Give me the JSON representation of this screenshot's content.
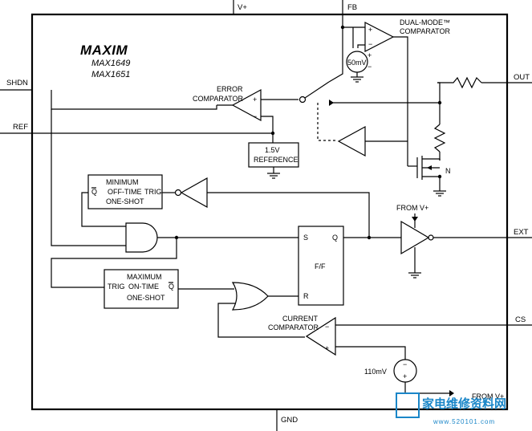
{
  "brand": {
    "logo": "MAXIM",
    "part1": "MAX1649",
    "part2": "MAX1651"
  },
  "pins": {
    "vplus": "V+",
    "fb": "FB",
    "shdn": "SHDN",
    "ref": "REF",
    "out": "OUT",
    "ext": "EXT",
    "cs": "CS",
    "gnd": "GND"
  },
  "blocks": {
    "dual_mode_line1": "DUAL-MODE™",
    "dual_mode_line2": "COMPARATOR",
    "source_50mv": "50mV",
    "error_line1": "ERROR",
    "error_line2": "COMPARATOR",
    "reference_line1": "1.5V",
    "reference_line2": "REFERENCE",
    "min_off_line1": "MINIMUM",
    "min_off_line2": "OFF-TIME",
    "min_off_line3": "ONE-SHOT",
    "min_off_q": "Q",
    "min_off_trig": "TRIG",
    "max_on_line1": "MAXIMUM",
    "max_on_line2": "ON-TIME",
    "max_on_line3": "ONE-SHOT",
    "max_on_trig": "TRIG",
    "max_on_q": "Q",
    "ff_label": "F/F",
    "ff_s": "S",
    "ff_q": "Q",
    "ff_r": "R",
    "from_vplus_1": "FROM V+",
    "from_vplus_2": "FROM V+",
    "current_line1": "CURRENT",
    "current_line2": "COMPARATOR",
    "source_110mv": "110mV",
    "mosfet_n": "N",
    "plus": "+",
    "minus": "−"
  },
  "watermark": {
    "text": "家电维修资料网",
    "url": "www.520101.com"
  }
}
